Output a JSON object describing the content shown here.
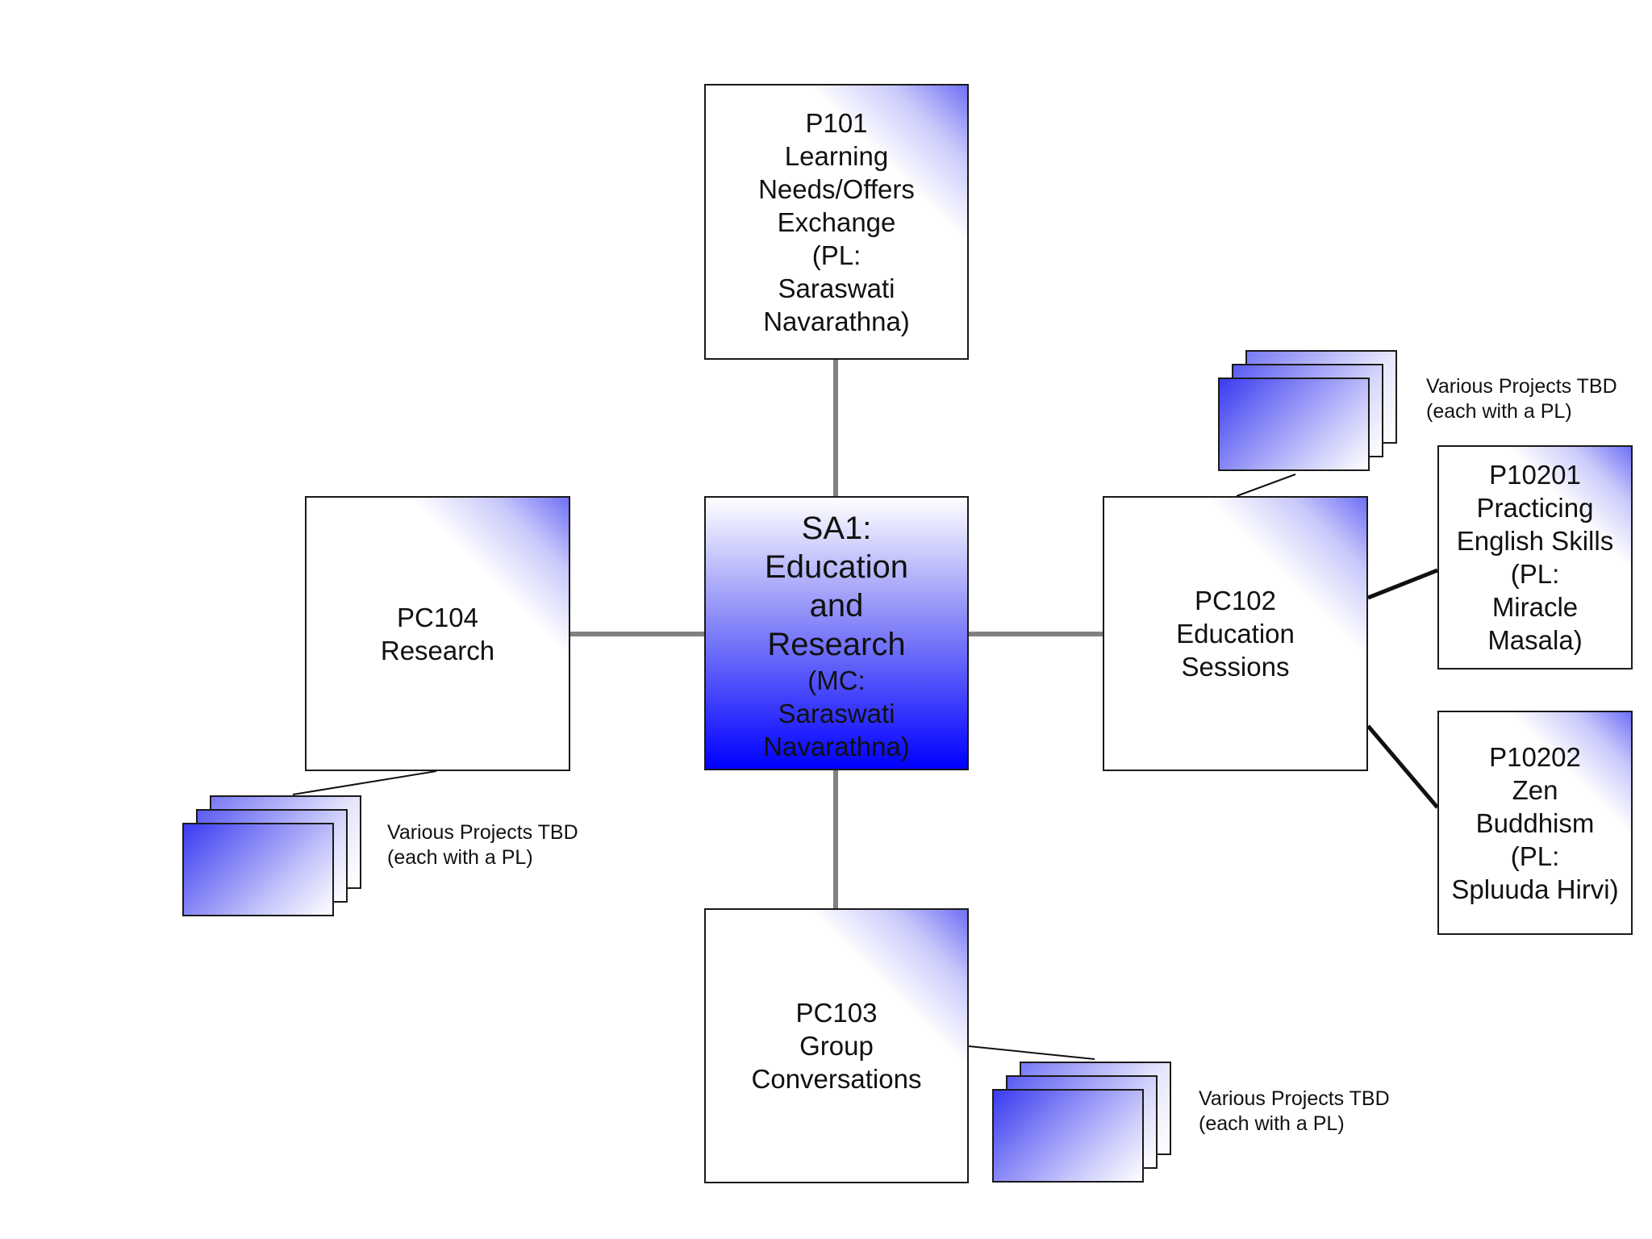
{
  "diagram": {
    "center": {
      "lines_large": [
        "SA1:",
        "Education",
        "and",
        "Research"
      ],
      "lines_small": [
        "(MC:",
        "Saraswati",
        "Navarathna)"
      ]
    },
    "top": {
      "lines": [
        "P101",
        "Learning",
        "Needs/Offers",
        "Exchange",
        "(PL:",
        "Saraswati",
        "Navarathna)"
      ]
    },
    "left": {
      "lines": [
        "PC104",
        "Research"
      ]
    },
    "right": {
      "lines": [
        "PC102",
        "Education",
        "Sessions"
      ]
    },
    "bottom": {
      "lines": [
        "PC103",
        "Group",
        "Conversations"
      ]
    },
    "right_child_1": {
      "lines": [
        "P10201",
        "Practicing",
        "English Skills",
        "(PL:",
        "Miracle",
        "Masala)"
      ]
    },
    "right_child_2": {
      "lines": [
        "P10202",
        "Zen",
        "Buddhism",
        "(PL:",
        "Spluuda Hirvi)"
      ]
    },
    "note_right": {
      "line1": "Various Projects TBD",
      "line2": "(each with a PL)"
    },
    "note_left": {
      "line1": "Various Projects TBD",
      "line2": "(each with a PL)"
    },
    "note_bottom": {
      "line1": "Various Projects TBD",
      "line2": "(each with a PL)"
    }
  },
  "colors": {
    "accent_blue": "#0000ff",
    "connector_gray": "#808080",
    "border": "#1a1a1a"
  }
}
